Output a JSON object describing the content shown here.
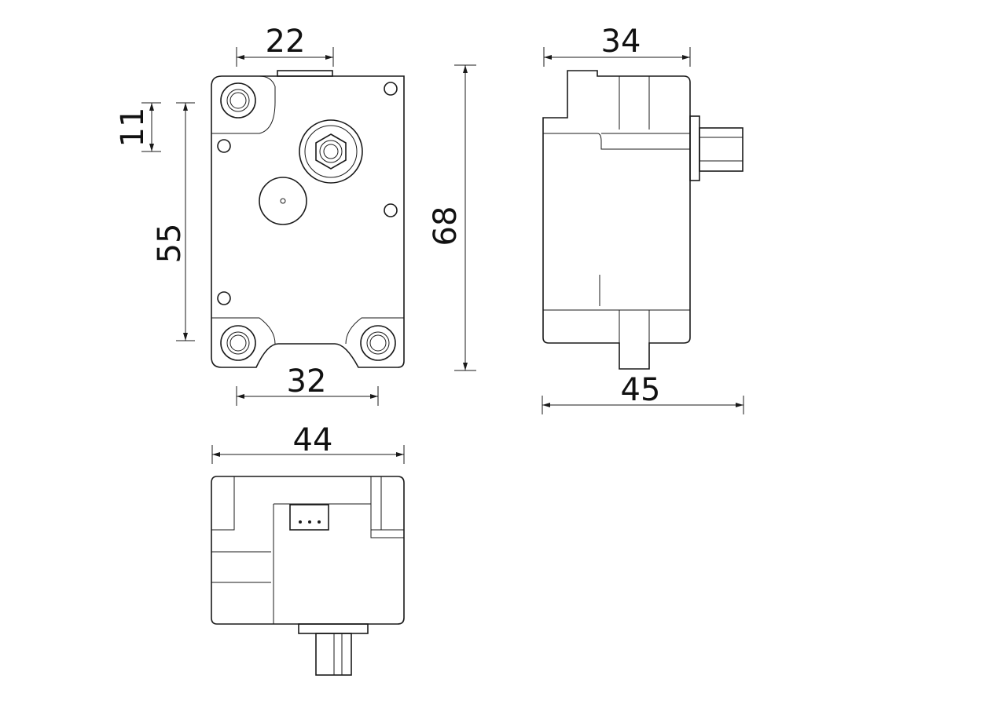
{
  "dimensions": {
    "front_width_top": "22",
    "front_hole_offset": "11",
    "front_hole_spacing_vertical": "55",
    "front_hole_spacing_bottom": "32",
    "overall_height": "68",
    "side_body_depth": "34",
    "side_overall_depth": "45",
    "bottom_width": "44"
  },
  "colors": {
    "line": "#1a1a1a",
    "background": "#ffffff"
  }
}
